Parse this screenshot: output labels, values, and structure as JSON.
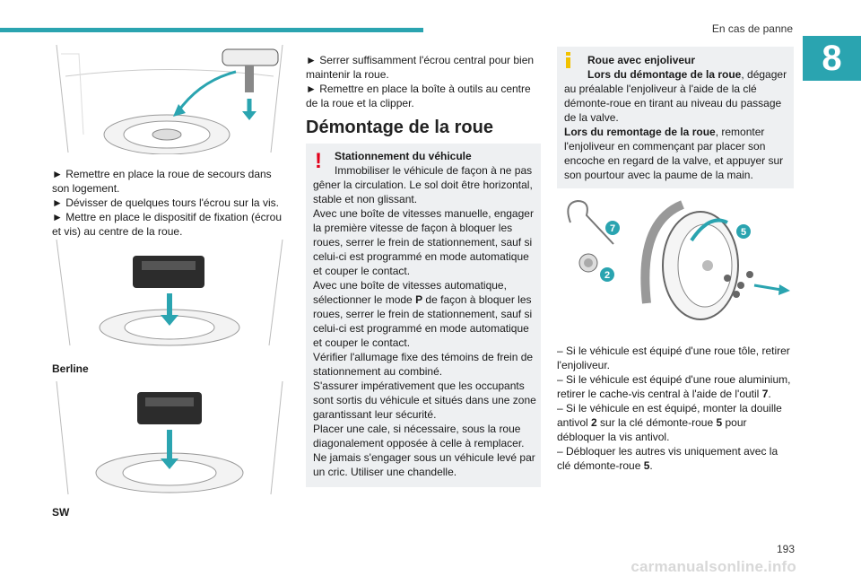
{
  "header": {
    "section_title": "En cas de panne",
    "chapter_number": "8"
  },
  "left": {
    "steps": [
      "► Remettre en place la roue de secours dans son logement.",
      "► Dévisser de quelques tours l'écrou sur la vis.",
      "► Mettre en place le dispositif de fixation (écrou et vis) au centre de la roue."
    ],
    "caption_berline": "Berline",
    "caption_sw": "SW"
  },
  "middle": {
    "intro_steps": [
      "► Serrer suffisamment l'écrou central pour bien maintenir la roue.",
      "► Remettre en place la boîte à outils au centre de la roue et la clipper."
    ],
    "heading": "Démontage de la roue",
    "warning": {
      "title": "Stationnement du véhicule",
      "lines": [
        "Immobiliser le véhicule de façon à ne pas gêner la circulation. Le sol doit être horizontal, stable et non glissant.",
        "Avec une boîte de vitesses manuelle, engager la première vitesse de façon à bloquer les roues, serrer le frein de stationnement, sauf si celui-ci est programmé en mode automatique et couper le contact."
      ],
      "auto_before": "Avec une boîte de vitesses automatique, sélectionner le mode ",
      "auto_mode": "P",
      "auto_after": " de façon à bloquer les roues, serrer le frein de stationnement, sauf si celui-ci est programmé en mode automatique et couper le contact.",
      "more_lines": [
        "Vérifier l'allumage fixe des témoins de frein de stationnement au combiné.",
        "S'assurer impérativement que les occupants sont sortis du véhicule et situés dans une zone garantissant leur sécurité.",
        "Placer une cale, si nécessaire, sous la roue diagonalement opposée à celle à remplacer.",
        "Ne jamais s'engager sous un véhicule levé par un cric. Utiliser une chandelle."
      ]
    }
  },
  "right": {
    "info": {
      "title": "Roue avec enjoliveur",
      "removal_bold": "Lors du démontage de la roue",
      "removal_text": ", dégager au préalable l'enjoliveur à l'aide de la clé démonte-roue en tirant au niveau du passage de la valve.",
      "refit_bold": "Lors du remontage de la roue",
      "refit_text": ", remonter l'enjoliveur en commençant par placer son encoche en regard de la valve, et appuyer sur son pourtour avec la paume de la main."
    },
    "figure_badges": [
      "7",
      "5",
      "2"
    ],
    "steps": {
      "s1": "– Si le véhicule est équipé d'une roue tôle, retirer l'enjoliveur.",
      "s2_before": "– Si le véhicule est équipé d'une roue aluminium, retirer le cache-vis central à l'aide de l'outil ",
      "s2_num": "7",
      "s2_after": ".",
      "s3_before": "– Si le véhicule en est équipé, monter la douille antivol ",
      "s3_num1": "2",
      "s3_mid": " sur la clé démonte-roue ",
      "s3_num2": "5",
      "s3_after": " pour débloquer la vis antivol.",
      "s4_before": "– Débloquer les autres vis uniquement avec la clé démonte-roue ",
      "s4_num": "5",
      "s4_after": "."
    }
  },
  "footer": {
    "page_number": "193",
    "watermark": "carmanualsonline.info"
  },
  "colors": {
    "accent": "#2aa4b0",
    "warning": "#e2001a",
    "info": "#f2c200",
    "box_bg": "#eef0f2"
  }
}
